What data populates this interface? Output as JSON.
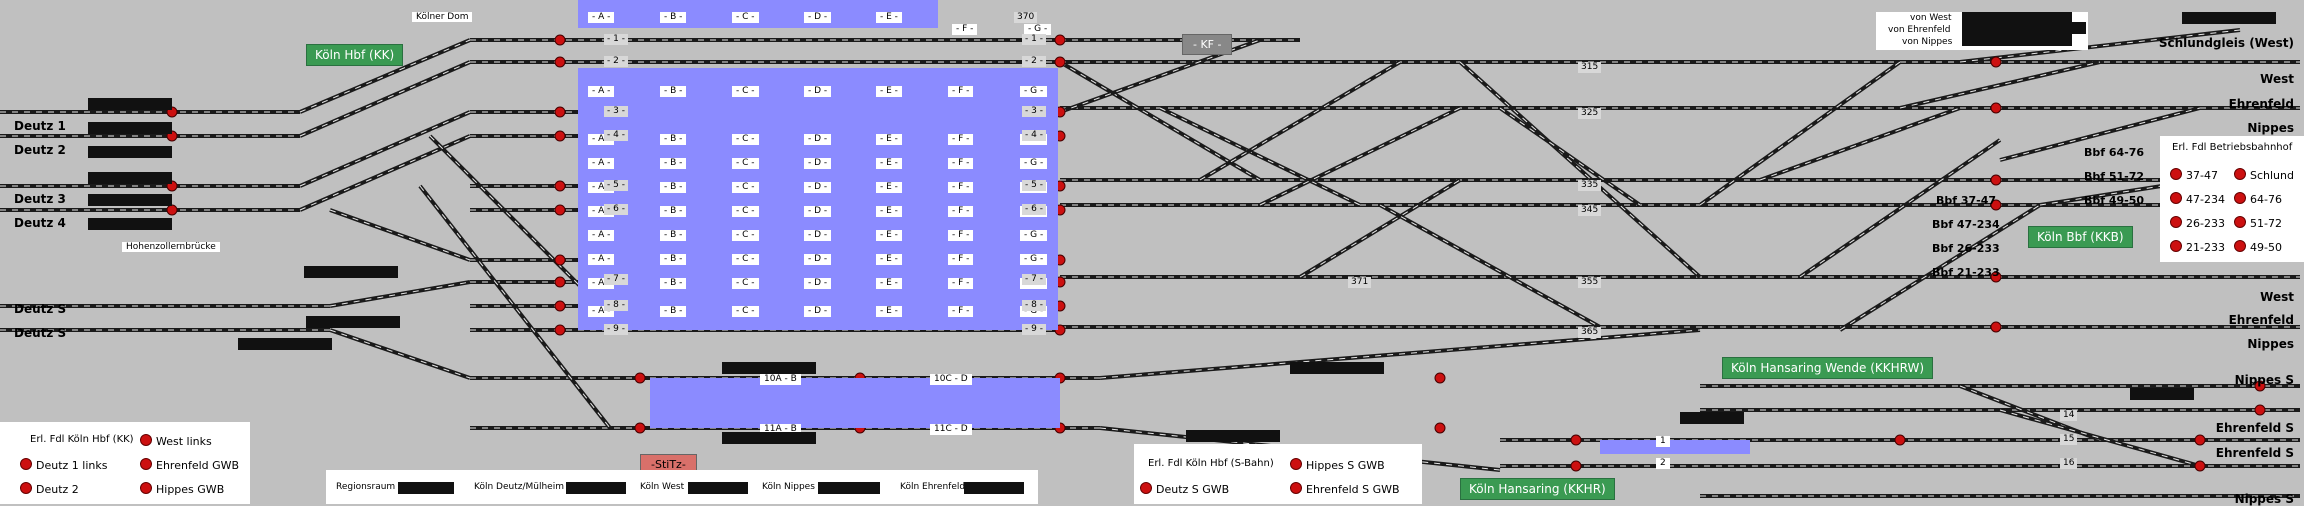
{
  "edges_left": [
    "Deutz 1",
    "Deutz 2",
    "Deutz 3",
    "Deutz 4",
    "Deutz S",
    "Deutz S"
  ],
  "edges_right": [
    "Schlundgleis (West)",
    "West",
    "Ehrenfeld",
    "Nippes",
    "West",
    "Ehrenfeld",
    "Nippes",
    "Nippes S",
    "Ehrenfeld S",
    "Ehrenfeld S",
    "Nippes S"
  ],
  "station_boxes": [
    "Köln Hbf (KK)",
    "Köln Bbf (KKB)",
    "Köln Hansaring Wende (KKHRW)",
    "Köln Hansaring (KKHR)"
  ],
  "buttons": {
    "kf": "- KF -",
    "stitz": "-StiTz-"
  },
  "places": {
    "dom": "Kölner Dom",
    "bridge": "Hohenzollernbrücke"
  },
  "platform_letters_a": [
    "- A -",
    "- B -",
    "- C -",
    "- D -",
    "- E -"
  ],
  "platform_letters_b": [
    "- A -",
    "- B -",
    "- C -",
    "- D -",
    "- E -",
    "- F -",
    "- G -"
  ],
  "platform_fg": [
    "- F -",
    "- G -"
  ],
  "platform_numbers": [
    "1",
    "2",
    "3",
    "4",
    "5",
    "6",
    "7",
    "8",
    "9"
  ],
  "sbahn_sections": [
    "10A - B",
    "10C - D",
    "11A - B",
    "11C - D"
  ],
  "track_numbers": [
    "370",
    "315",
    "325",
    "335",
    "345",
    "355",
    "365",
    "371"
  ],
  "from_labels": [
    "von West",
    "von Ehrenfeld",
    "von Nippes"
  ],
  "bbf_labels": [
    "Bbf 64-76",
    "Bbf 51-72",
    "Bbf 49-50",
    "Bbf 37-47",
    "Bbf 47-234",
    "Bbf 26-233",
    "Bbf 21-233"
  ],
  "bbf_legend": {
    "title": "Erl. Fdl Betriebsbahnhof",
    "items": [
      "37-47",
      "Schlund",
      "47-234",
      "64-76",
      "26-233",
      "51-72",
      "21-233",
      "49-50"
    ]
  },
  "hbf_legend": {
    "title": "Erl. Fdl Köln Hbf (KK)",
    "items": [
      "West links",
      "Deutz 1 links",
      "Ehrenfeld GWB",
      "Deutz 2",
      "Hippes GWB"
    ]
  },
  "sbahn_legend": {
    "title": "Erl. Fdl Köln Hbf (S-Bahn)",
    "items": [
      "Hippes S GWB",
      "Deutz S GWB",
      "Ehrenfeld S GWB"
    ]
  },
  "regions": [
    "Regionsraum",
    "Köln Deutz/Mülheim",
    "Köln West",
    "Köln Nippes",
    "Köln Ehrenfeld"
  ],
  "hansaring_tracks": [
    "1",
    "2"
  ],
  "hansaring_wende_tracks": [
    "14",
    "15",
    "16"
  ]
}
